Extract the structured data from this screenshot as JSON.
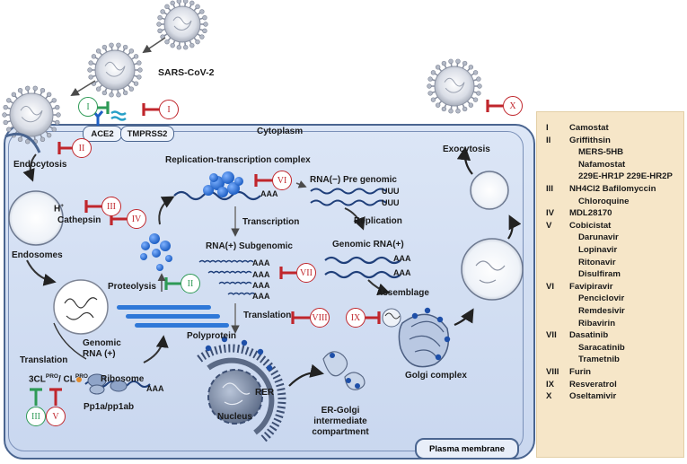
{
  "virus_label": "SARS-CoV-2",
  "receptors": {
    "ace2": "ACE2",
    "tmprss2": "TMPRSS2"
  },
  "compartments": {
    "cytoplasm": "Cytoplasm",
    "plasma_membrane": "Plasma membrane",
    "endocytosis": "Endocytosis",
    "endosomes": "Endosomes",
    "nucleus": "Nucleus",
    "rer": "RER",
    "golgi": "Golgi complex",
    "ergic_line1": "ER-Golgi",
    "ergic_line2": "intermediate",
    "ergic_line3": "compartment",
    "exocytosis": "Exocytosis"
  },
  "process_labels": {
    "rtc": "Replication-transcription complex",
    "rna_minus_prefix": "RNA(",
    "rna_minus_sign": "−",
    "rna_minus_suffix": ") Pre genomic",
    "uuu1": "UUU",
    "uuu2": "UUU",
    "transcription": "Transcription",
    "replication": "Replication",
    "rna_plus_sub": "RNA(+) Subgenomic",
    "genomic_rna_plus": "Genomic RNA(+)",
    "aaa": "AAA",
    "assemblage": "Assemblage",
    "translation_top": "Translation",
    "translation_left": "Translation",
    "proteolysis": "Proteolysis",
    "polyprotein": "Polyprotein",
    "genomic_rna_line1": "Genomic",
    "genomic_rna_line2": "RNA (+)",
    "ribosome": "Ribosome",
    "pp1a": "Pp1a/pp1ab",
    "hplus": "H",
    "hplus_sup": "+",
    "cathepsin": "Cathepsin",
    "protease_3cl": "3CL",
    "protease_pro1": "PRO",
    "protease_sep": "/ CL",
    "protease_pro2": "PRO"
  },
  "inhibition_badges": {
    "entry_green": "I",
    "entry_red": "I",
    "endocytosis": "II",
    "h_plus": "III",
    "cathepsin": "IV",
    "rtc": "VI",
    "proteolysis": "II",
    "subgenomic": "VII",
    "translation": "VIII",
    "assembly": "IX",
    "exit": "X",
    "protease_green": "III",
    "protease_red": "V"
  },
  "legend": [
    {
      "num": "I",
      "drugs": [
        "Camostat"
      ]
    },
    {
      "num": "II",
      "drugs": [
        "Griffithsin",
        "MERS-5HB",
        "Nafamostat",
        "229E-HR1P  229E-HR2P"
      ]
    },
    {
      "num": "III",
      "drugs": [
        "NH4Cl2  Bafilomyccin",
        "Chloroquine"
      ]
    },
    {
      "num": "IV",
      "drugs": [
        "MDL28170"
      ]
    },
    {
      "num": "V",
      "drugs": [
        "Cobicistat",
        "Darunavir",
        "Lopinavir",
        "Ritonavir",
        "Disulfiram"
      ]
    },
    {
      "num": "VI",
      "drugs": [
        "Favipiravir",
        "Penciclovir",
        "Remdesivir",
        "Ribavirin"
      ]
    },
    {
      "num": "VII",
      "drugs": [
        "Dasatinib",
        "Saracatinib",
        "Trametnib"
      ]
    },
    {
      "num": "VIII",
      "drugs": [
        "Furin"
      ]
    },
    {
      "num": "IX",
      "drugs": [
        "Resveratrol"
      ]
    },
    {
      "num": "X",
      "drugs": [
        "Oseltamivir"
      ]
    }
  ],
  "colors": {
    "cell_fill": "#d5e1f4",
    "membrane": "#4a6590",
    "inhibit_red": "#c0262c",
    "inhibit_green": "#2e9a56",
    "rna_blue": "#1f3f7a",
    "legend_bg": "#f6e6c8"
  }
}
